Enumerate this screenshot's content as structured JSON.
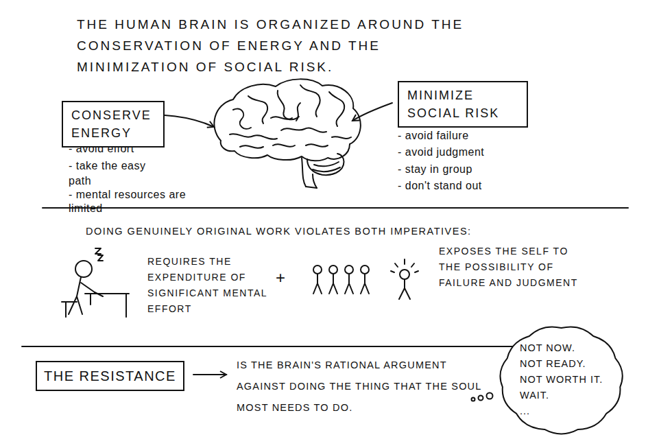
{
  "diagram": {
    "title": "THE HUMAN BRAIN IS ORGANIZED AROUND THE CONSERVATION OF ENERGY AND THE MINIMIZATION OF SOCIAL RISK.",
    "nodes": [
      {
        "text": [
          "CONSERVE ENERGY"
        ]
      },
      {
        "text": [
          "MINIMIZE SOCIAL RISK"
        ]
      },
      {
        "text": [
          "THE RESISTANCE"
        ]
      },
      {
        "text": [
          "NOT NOW.",
          "NOT READY.",
          "NOT WORTH IT.",
          "WAIT.",
          "..."
        ]
      }
    ],
    "labels": [
      "- avoid effort",
      "- take the easy path",
      "- mental resources are limited",
      "- avoid failure",
      "- avoid judgment",
      "- stay in group",
      "- don't stand out",
      "DOING GENUINELY ORIGINAL WORK VIOLATES BOTH IMPERATIVES:",
      "REQUIRES THE EXPENDITURE OF SIGNIFICANT MENTAL EFFORT",
      "+",
      "EXPOSES THE SELF TO THE POSSIBILITY OF FAILURE AND JUDGMENT",
      "IS THE BRAIN'S RATIONAL ARGUMENT AGAINST DOING THE THING THAT THE SOUL MOST NEEDS TO DO."
    ]
  }
}
